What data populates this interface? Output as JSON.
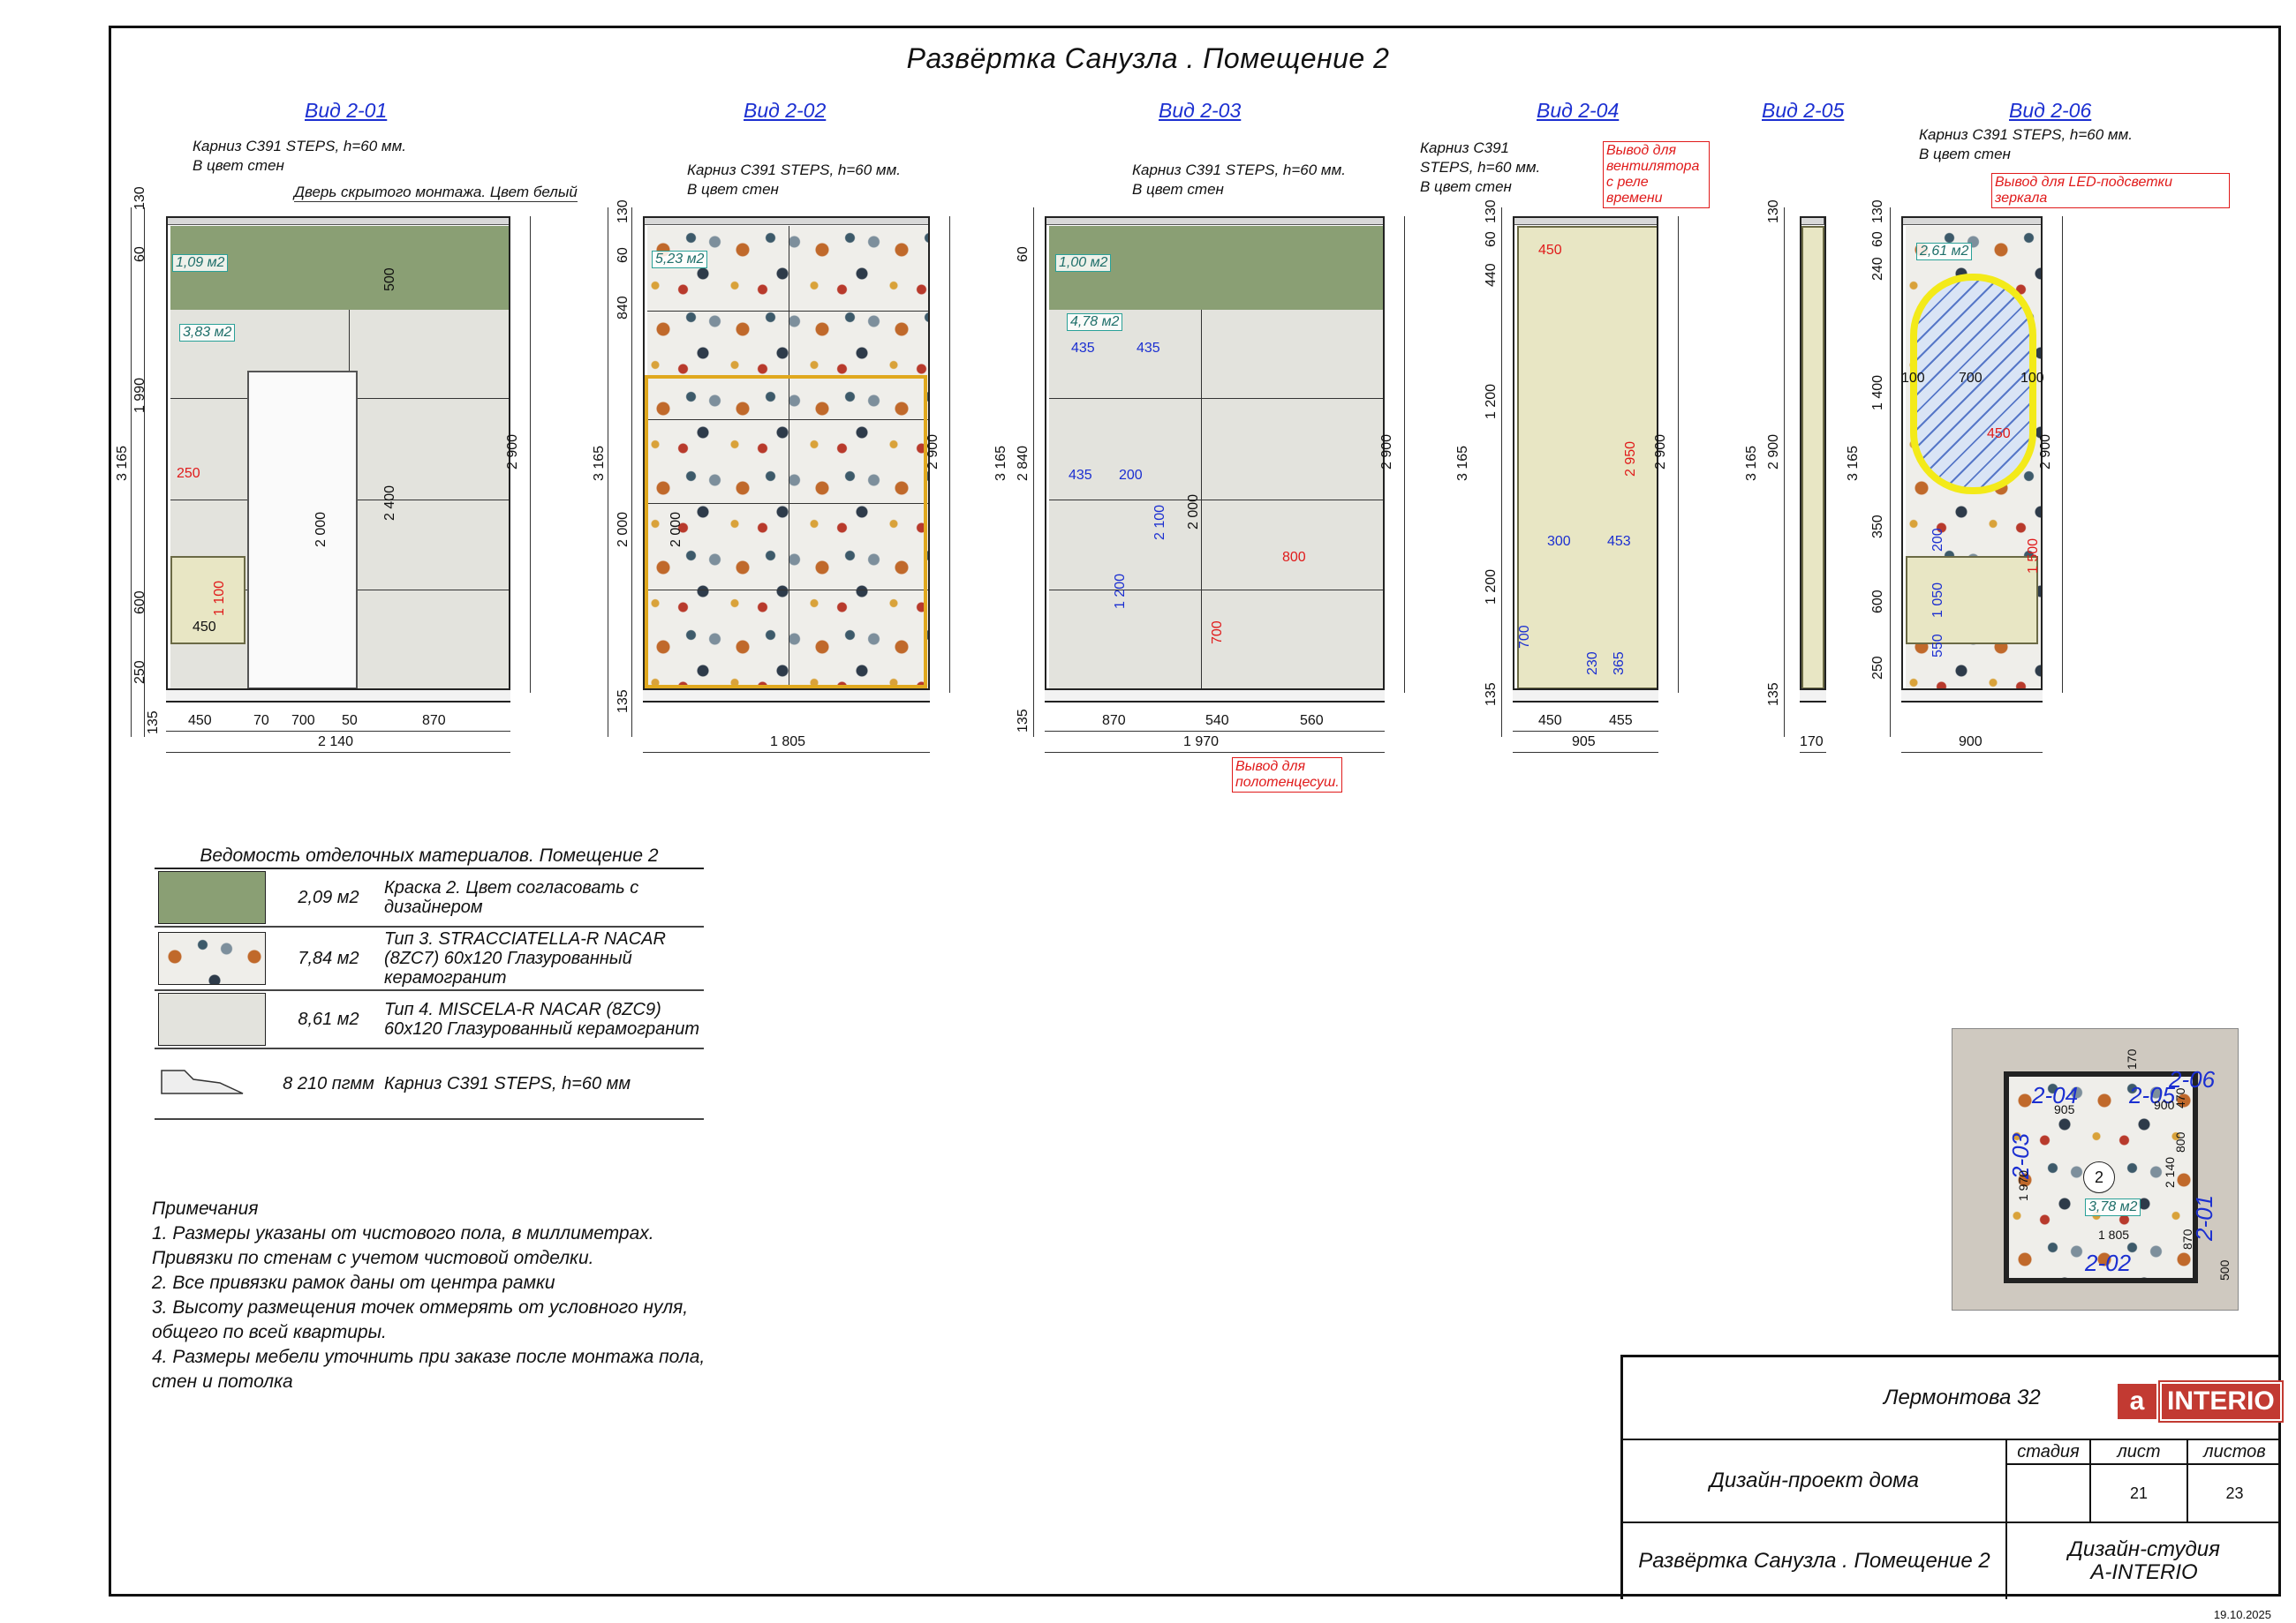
{
  "title": "Развёртка Санузла . Помещение 2",
  "views": [
    {
      "label": "Вид 2-01"
    },
    {
      "label": "Вид 2-02"
    },
    {
      "label": "Вид 2-03"
    },
    {
      "label": "Вид 2-04"
    },
    {
      "label": "Вид 2-05"
    },
    {
      "label": "Вид 2-06"
    }
  ],
  "annotations": {
    "cornice_1": "Карниз C391 STEPS, h=60 мм.",
    "cornice_color": "В цвет стен",
    "door_note": "Дверь скрытого монтажа. Цвет белый",
    "cornice_4a": "Карниз C391",
    "cornice_4b": "STEPS, h=60 мм.",
    "fan_outlet": "Вывод для вентилятора с реле времени",
    "towel_outlet": "Вывод для полотенцесуш.",
    "led_outlet": "Вывод для LED-подсветки зеркала"
  },
  "areas": {
    "v1_paint": "1,09 м2",
    "v1_stone": "3,83 м2",
    "v2": "5,23 м2",
    "v3_paint": "1,00 м2",
    "v3_stone": "4,78 м2",
    "v6": "2,61 м2"
  },
  "dimensions": {
    "v1_bottom": [
      "450",
      "70",
      "700",
      "50",
      "870"
    ],
    "v1_total": "2 140",
    "v1_left": [
      "130",
      "60",
      "1 990",
      "600",
      "250",
      "135"
    ],
    "v1_overall": "3 165",
    "v1_right": "2 900",
    "v1_inner": [
      "500",
      "2 400",
      "2 000",
      "1 100",
      "450",
      "250"
    ],
    "v2_total": "1 805",
    "v2_left": [
      "130",
      "60",
      "840",
      "2 000",
      "135"
    ],
    "v2_overall": "3 165",
    "v2_right": "2 900",
    "v2_inner": "2 000",
    "v3_bottom": [
      "870",
      "540",
      "560"
    ],
    "v3_total": "1 970",
    "v3_left": [
      "60",
      "2 840",
      "135"
    ],
    "v3_overall": "3 165",
    "v3_right": "2 900",
    "v3_inner": [
      "435",
      "435",
      "435",
      "200",
      "2 100",
      "1 200",
      "2 000",
      "800",
      "700"
    ],
    "v4_bottom": [
      "450",
      "455"
    ],
    "v4_total": "905",
    "v4_left": [
      "130",
      "60",
      "440",
      "1 200",
      "1 200",
      "135"
    ],
    "v4_overall": "3 165",
    "v4_right": "2 900",
    "v4_inner": [
      "450",
      "2 950",
      "300",
      "453",
      "700",
      "230",
      "365"
    ],
    "v5_total": "170",
    "v5_left": [
      "130",
      "2 900",
      "135"
    ],
    "v5_overall": "3 165",
    "v6_total": "900",
    "v6_left": [
      "130",
      "60",
      "240",
      "1 400",
      "350",
      "600",
      "250"
    ],
    "v6_overall": "3 165",
    "v6_right": "2 900",
    "v6_inner": [
      "100",
      "700",
      "100",
      "450",
      "200",
      "1 500",
      "1 050",
      "550"
    ]
  },
  "materials": {
    "header": "Ведомость отделочных материалов. Помещение 2",
    "rows": [
      {
        "qty": "2,09 м2",
        "desc": "Краска 2. Цвет согласовать с дизайнером",
        "swatch": "#8a9f74"
      },
      {
        "qty": "7,84 м2",
        "desc": "Тип 3. STRACCIATELLA-R NACAR (8ZC7) 60х120 Глазурованный керамогранит",
        "swatch": "terrazzo"
      },
      {
        "qty": "8,61 м2",
        "desc": "Тип 4. MISCELA-R NACAR (8ZC9) 60х120 Глазурованный керамогранит",
        "swatch": "#e3e3dd"
      },
      {
        "qty": "8 210 пгмм",
        "desc": "Карниз C391 STEPS, h=60 мм",
        "swatch": "cornice"
      }
    ]
  },
  "notes": [
    "Примечания",
    "1. Размеры указаны от чистового пола, в миллиметрах.",
    "Привязки по стенам с учетом чистовой отделки.",
    "2. Все привязки рамок даны от центра рамки",
    "3. Высоту размещения точек отмерять от условного нуля,",
    "общего по всей квартиры.",
    "4. Размеры мебели уточнить при заказе после монтажа пола,",
    "стен и потолка"
  ],
  "plan": {
    "room_number": "2",
    "area": "3,78 м2",
    "labels": [
      "2-04",
      "2-05",
      "2-06",
      "2-03",
      "2-01",
      "2-02"
    ],
    "dims": [
      "905",
      "170",
      "900",
      "470",
      "800",
      "2 140",
      "1 970",
      "1 805",
      "870",
      "500"
    ]
  },
  "title_block": {
    "address": "Лермонтова 32",
    "logo_a": "a",
    "logo_text": "INTERIO",
    "project": "Дизайн-проект дома",
    "stage_label": "стадия",
    "sheet_label": "лист",
    "sheets_label": "листов",
    "stage": "",
    "sheet": "21",
    "sheets": "23",
    "drawing": "Развёртка Санузла . Помещение 2",
    "studio": "Дизайн-студия A-INTERIO"
  },
  "date": "19.10.2025"
}
